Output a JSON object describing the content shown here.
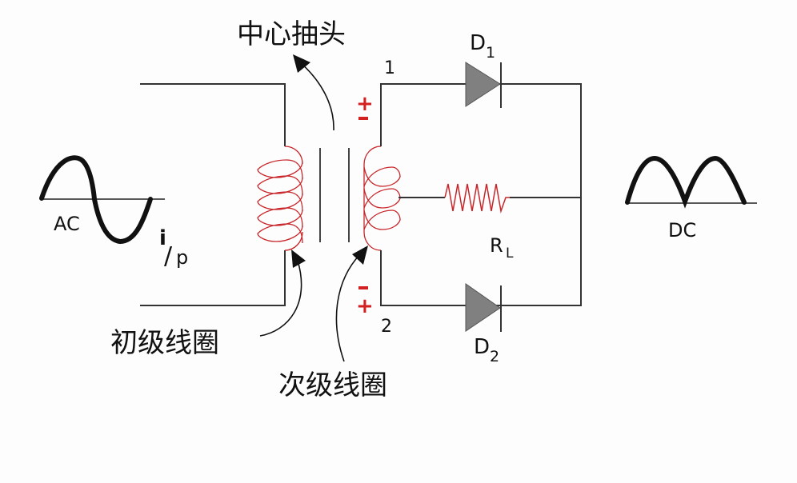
{
  "diagram": {
    "title": "Center-tapped full-wave rectifier",
    "labels": {
      "center_tap": "中心抽头",
      "primary_coil": "初级线圈",
      "secondary_coil": "次级线圈",
      "ac": "AC",
      "dc": "DC",
      "input_i": "i",
      "input_slash": "/",
      "input_p": "p",
      "d1_main": "D",
      "d1_sub": "1",
      "d2_main": "D",
      "d2_sub": "2",
      "rl_main": "R",
      "rl_sub": "L",
      "terminal_1": "1",
      "terminal_2": "2",
      "top_plus": "+",
      "top_minus": "−",
      "bottom_minus": "−",
      "bottom_plus": "+"
    },
    "colors": {
      "wire": "#333333",
      "coil": "#c8262a",
      "polarity": "#d32020",
      "diode_fill": "#808080",
      "waveform": "#111111"
    },
    "components": {
      "primary_turns": 5,
      "secondary_turns": 3,
      "diodes": [
        "D1",
        "D2"
      ],
      "load": "RL"
    }
  }
}
